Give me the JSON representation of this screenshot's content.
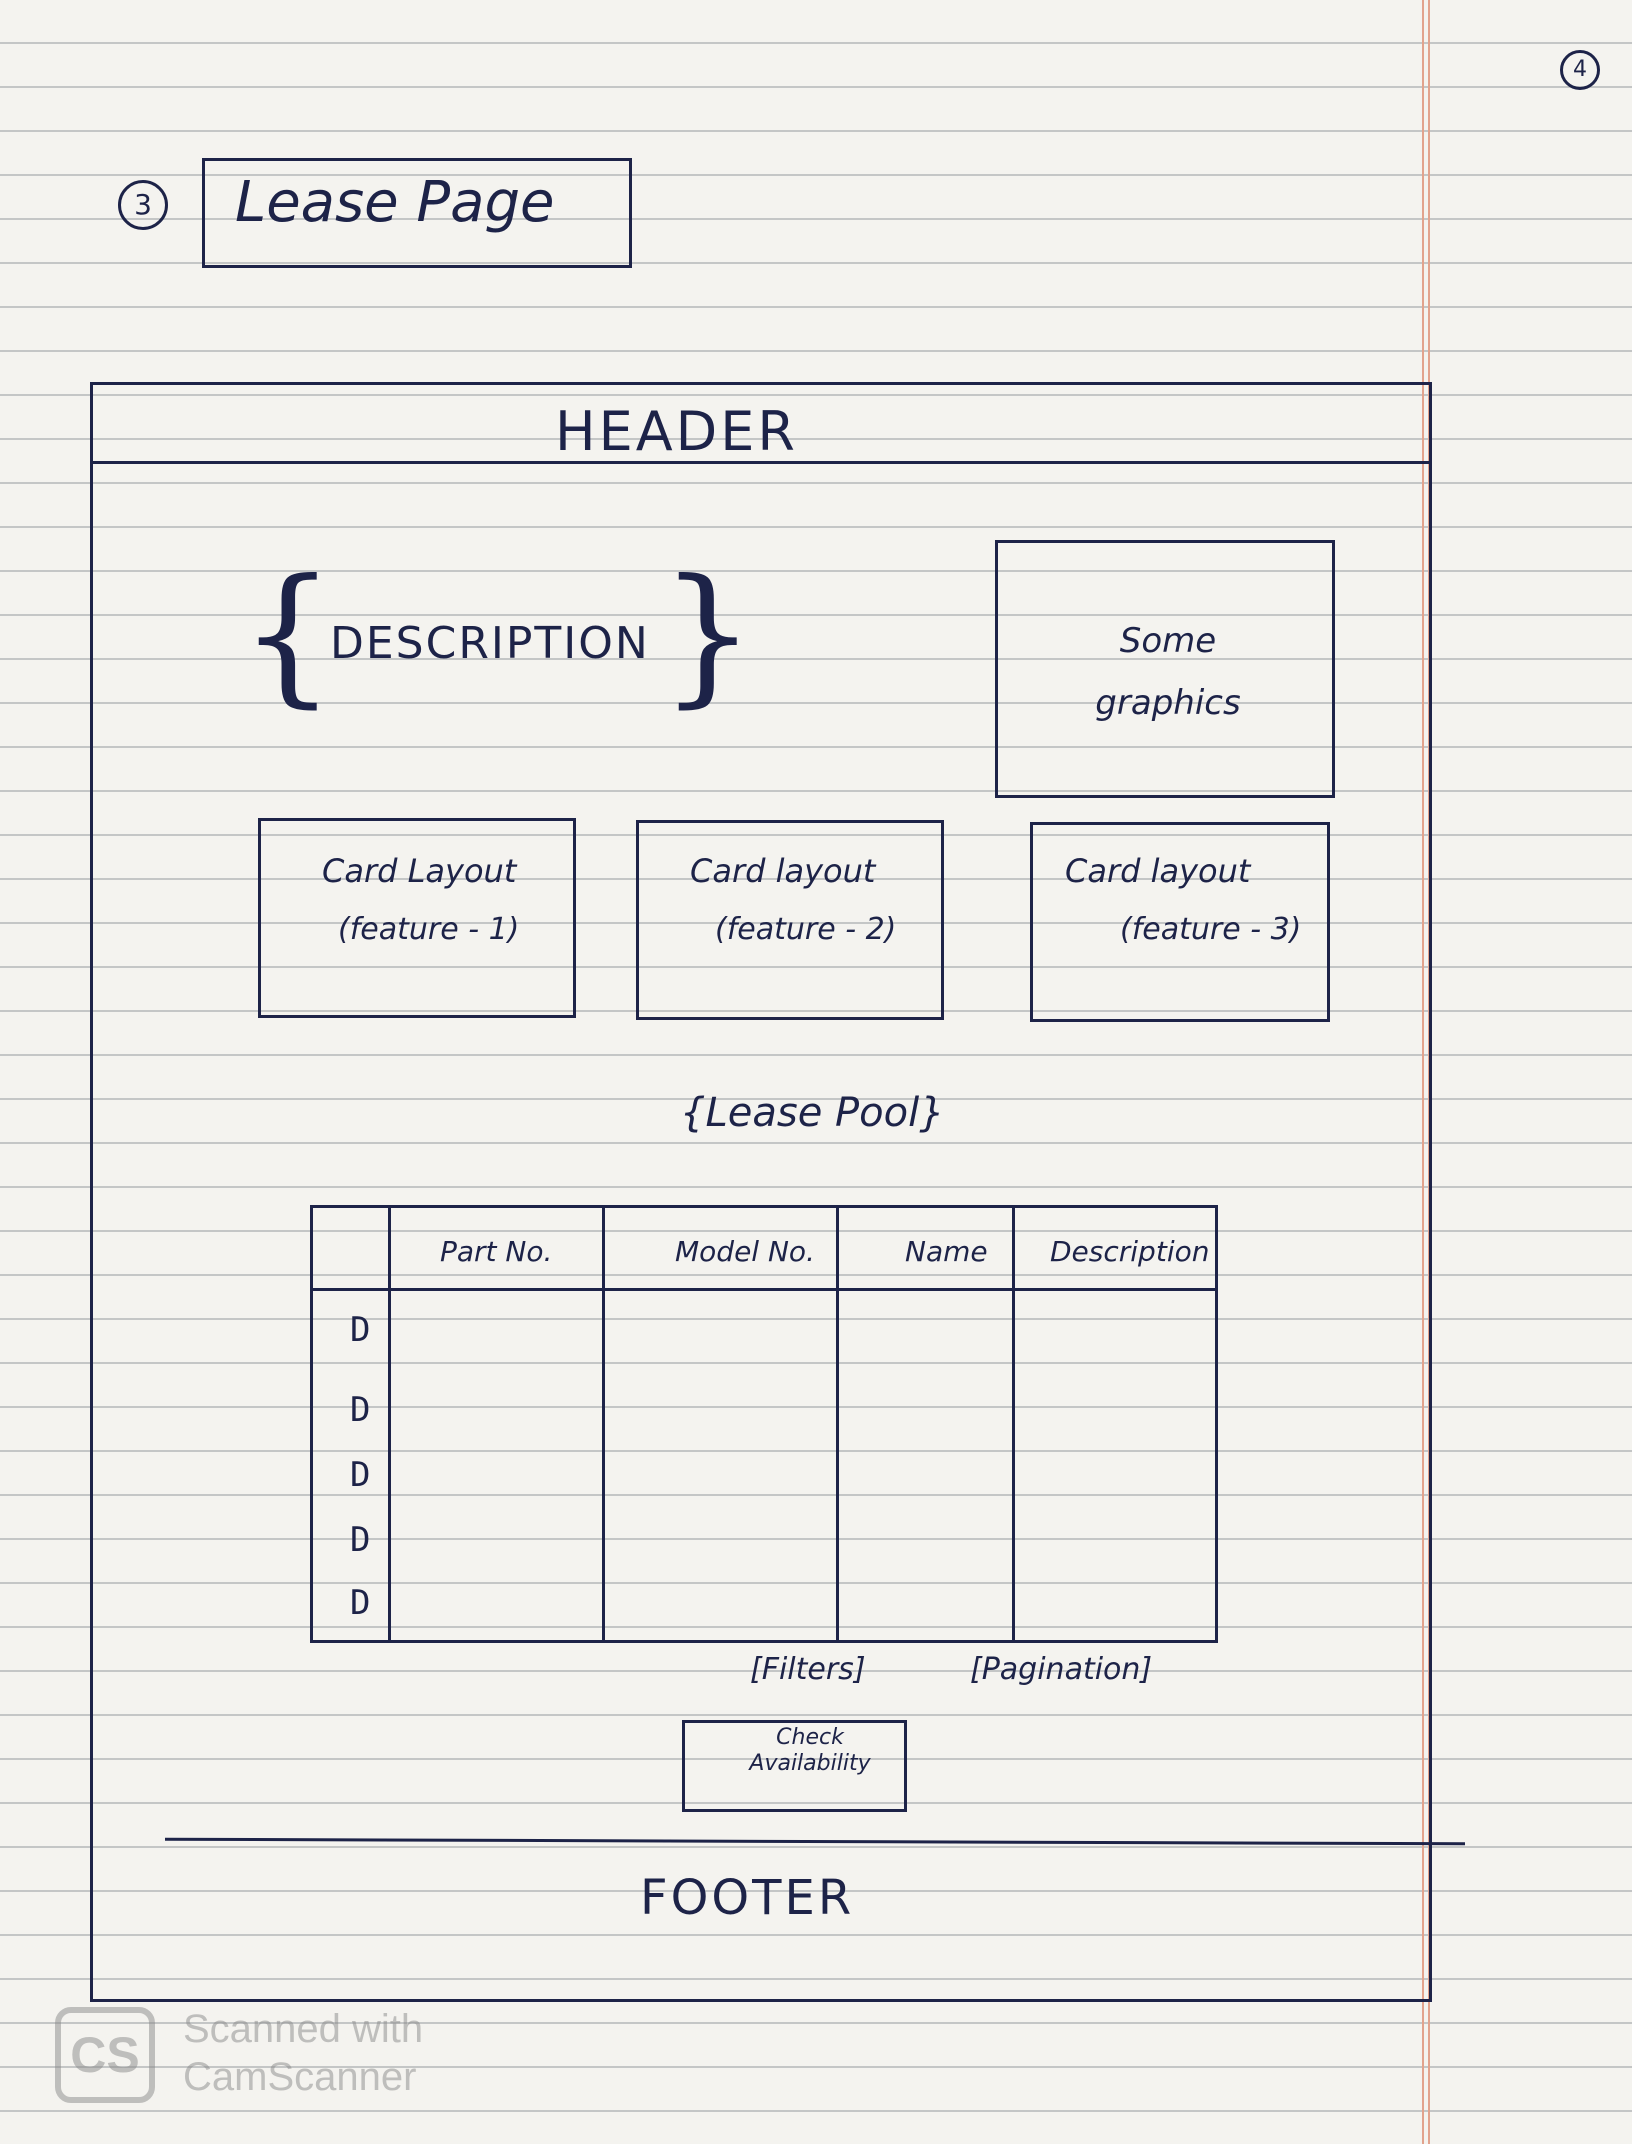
{
  "page_number": "4",
  "section_number": "3",
  "title": "Lease Page",
  "header": "HEADER",
  "description": "DESCRIPTION",
  "graphics": "Some graphics",
  "cards": [
    {
      "title": "Card Layout",
      "subtitle": "(feature - 1)"
    },
    {
      "title": "Card layout",
      "subtitle": "(feature - 2)"
    },
    {
      "title": "Card layout",
      "subtitle": "(feature - 3)"
    }
  ],
  "lease_pool": "{Lease Pool}",
  "table": {
    "columns": [
      "Part No.",
      "Model No.",
      "Name",
      "Description"
    ],
    "row_marker": "D",
    "row_count": 5
  },
  "filters": "[Filters]",
  "pagination": "[Pagination]",
  "check_availability": "Check Availability",
  "footer": "FOOTER",
  "watermark": {
    "logo": "CS",
    "line1": "Scanned with",
    "line2": "CamScanner"
  }
}
